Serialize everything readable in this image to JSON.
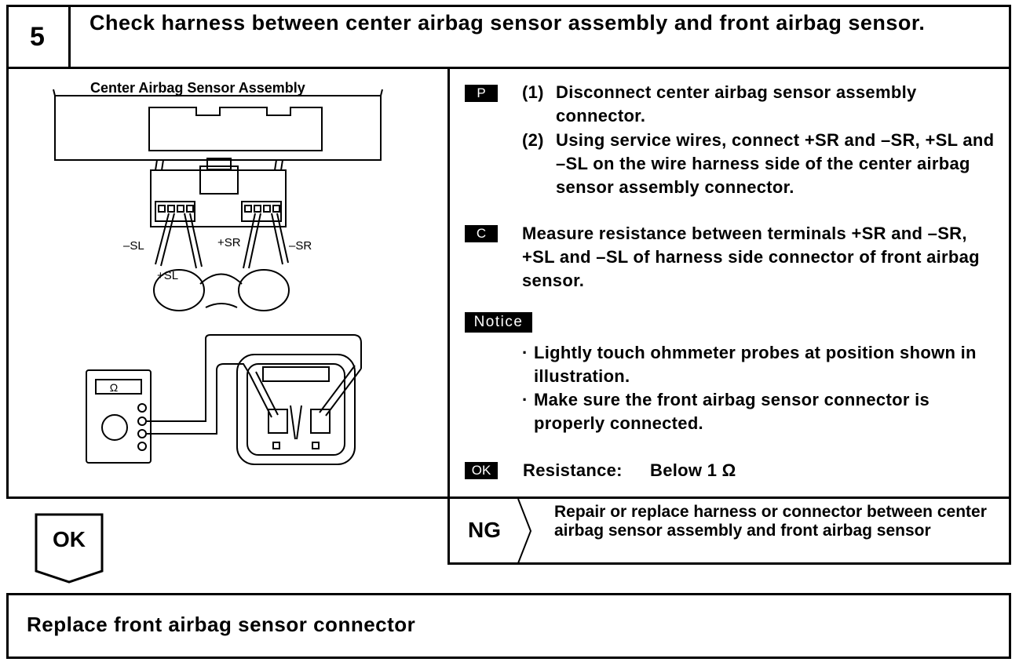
{
  "step": {
    "number": "5",
    "title": "Check harness between center airbag sensor assembly and front airbag sensor."
  },
  "illustration": {
    "assembly_label": "Center Airbag Sensor Assembly",
    "terminal_minus_sl": "–SL",
    "terminal_plus_sr": "+SR",
    "terminal_minus_sr": "–SR",
    "terminal_plus_sl": "+SL",
    "ohm_symbol": "Ω"
  },
  "instructions": {
    "p_label": "P",
    "p_step1_num": "(1)",
    "p_step1": "Disconnect center airbag sensor assembly connector.",
    "p_step2_num": "(2)",
    "p_step2": "Using service wires, connect +SR and –SR, +SL and –SL on the wire harness side of the center airbag sensor assembly connector.",
    "c_label": "C",
    "c_text": "Measure resistance between terminals +SR and –SR, +SL and –SL of harness side connector of front airbag sensor.",
    "notice_label": "Notice",
    "notice_items": [
      "Lightly touch ohmmeter probes at position shown in illustration.",
      "Make sure the front airbag sensor connector is properly connected."
    ],
    "ok_label": "OK",
    "resistance_label": "Resistance:",
    "resistance_value": "Below 1 Ω"
  },
  "branches": {
    "ok_label": "OK",
    "ng_label": "NG",
    "ng_action": "Repair or replace harness or connector between center airbag sensor assembly and front airbag sensor"
  },
  "final_action": "Replace front airbag sensor connector"
}
